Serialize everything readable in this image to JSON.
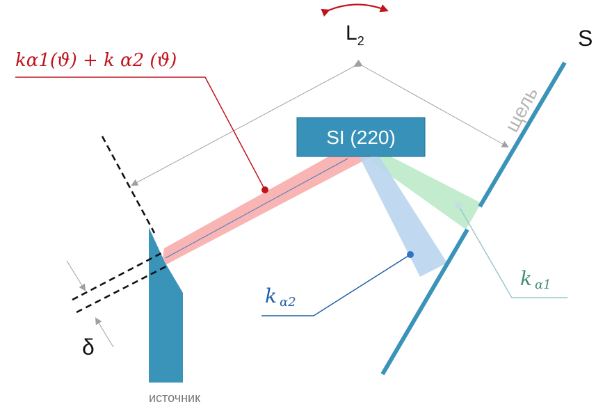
{
  "labels": {
    "l2_main": "L",
    "l2_sub": "2",
    "screen": "S",
    "slit": "щель",
    "crystal": "SI (220)",
    "delta": "δ",
    "source": "источник",
    "sum_formula": "kα1(ϑ) + k α2 (ϑ)",
    "k_alpha2_k": "k",
    "k_alpha2_sub": "α2",
    "k_alpha1_k": "k",
    "k_alpha1_sub": "α1"
  },
  "colors": {
    "accent_blue": "#3a93b9",
    "crystal_box": "#3791b8",
    "red_beam": "#f8a7a7",
    "green_beam": "#b8e6c4",
    "blue_beam": "#b9d5ee",
    "red_text": "#c0141c",
    "blue_text": "#1f5fa8",
    "green_text": "#3e8f72",
    "grey": "#9a9a9a",
    "dark_red_arrow": "#c0141c"
  }
}
